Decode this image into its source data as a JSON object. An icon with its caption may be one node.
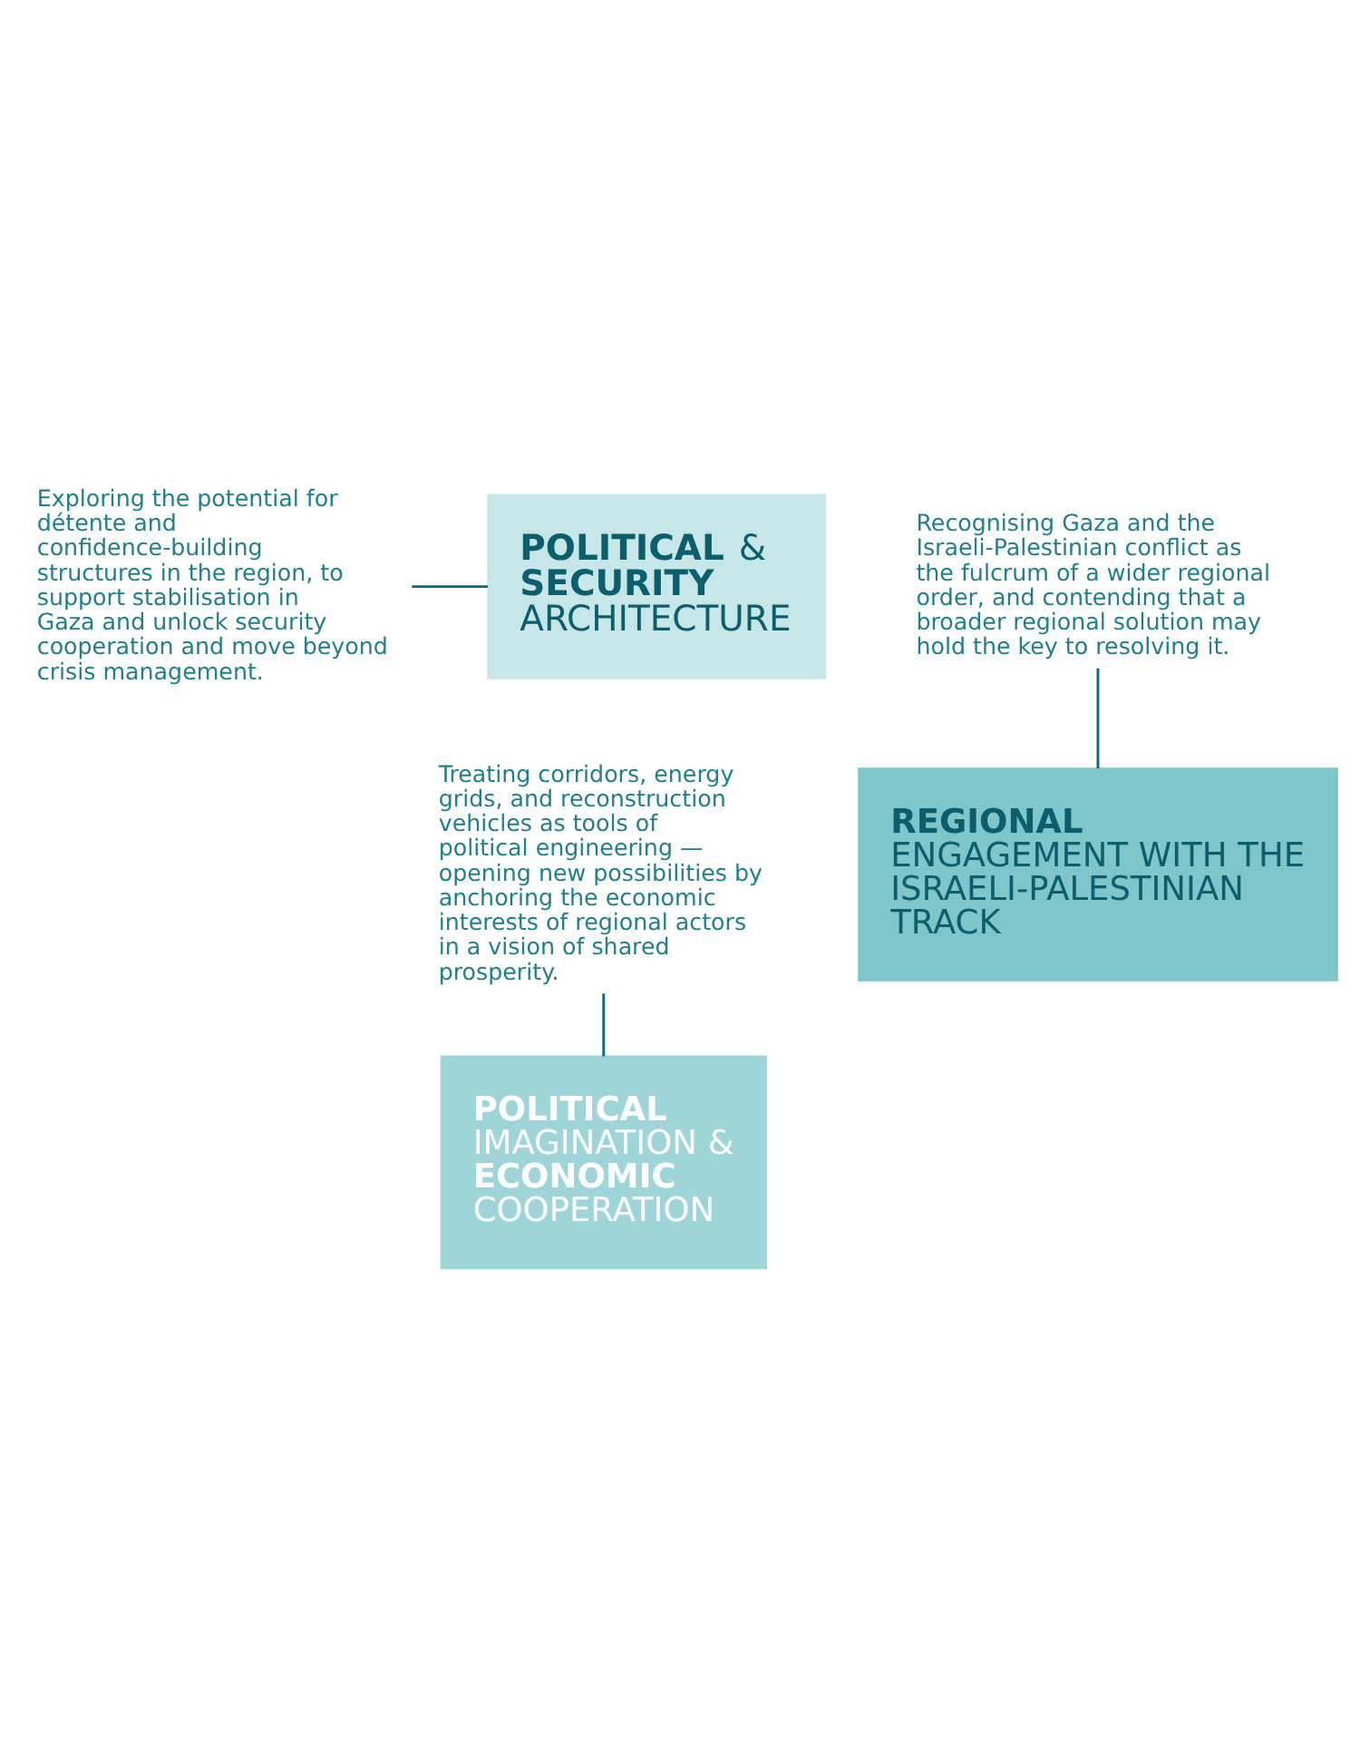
{
  "diagram": {
    "nodes": [
      {
        "text": [
          "Exploring the potential for détente and confidence-building structures in the region, to support stabilisation in Gaza and unlock security cooperation and move beyond crisis management."
        ]
      },
      {
        "text": [
          "**POLITICAL** & **SECURITY** ARCHITECTURE"
        ]
      },
      {
        "text": [
          "**POLITICAL** IMAGINATION & **ECONOMIC** COOPERATION"
        ]
      },
      {
        "text": [
          "**REGIONAL** ENGAGEMENT WITH THE ISRAELI-PALESTINIAN TRACK"
        ]
      },
      {
        "text": [
          "Treating corridors, energy grids, and reconstruction vehicles as tools of political engineering — opening new possibilities by anchoring the economic interests of regional actors in a vision of shared prosperity."
        ]
      },
      {
        "text": [
          "Recognising Gaza and the Israeli-Palestinian conflict as the fulcrum of a wider regional order, and contending that a broader regional solution may hold the key to resolving it."
        ]
      }
    ],
    "edges": [
      {
        "from": 0,
        "to": 1,
        "arrow": "none"
      },
      {
        "from": 4,
        "to": 2,
        "arrow": "none"
      },
      {
        "from": 5,
        "to": 3,
        "arrow": "none"
      }
    ]
  }
}
